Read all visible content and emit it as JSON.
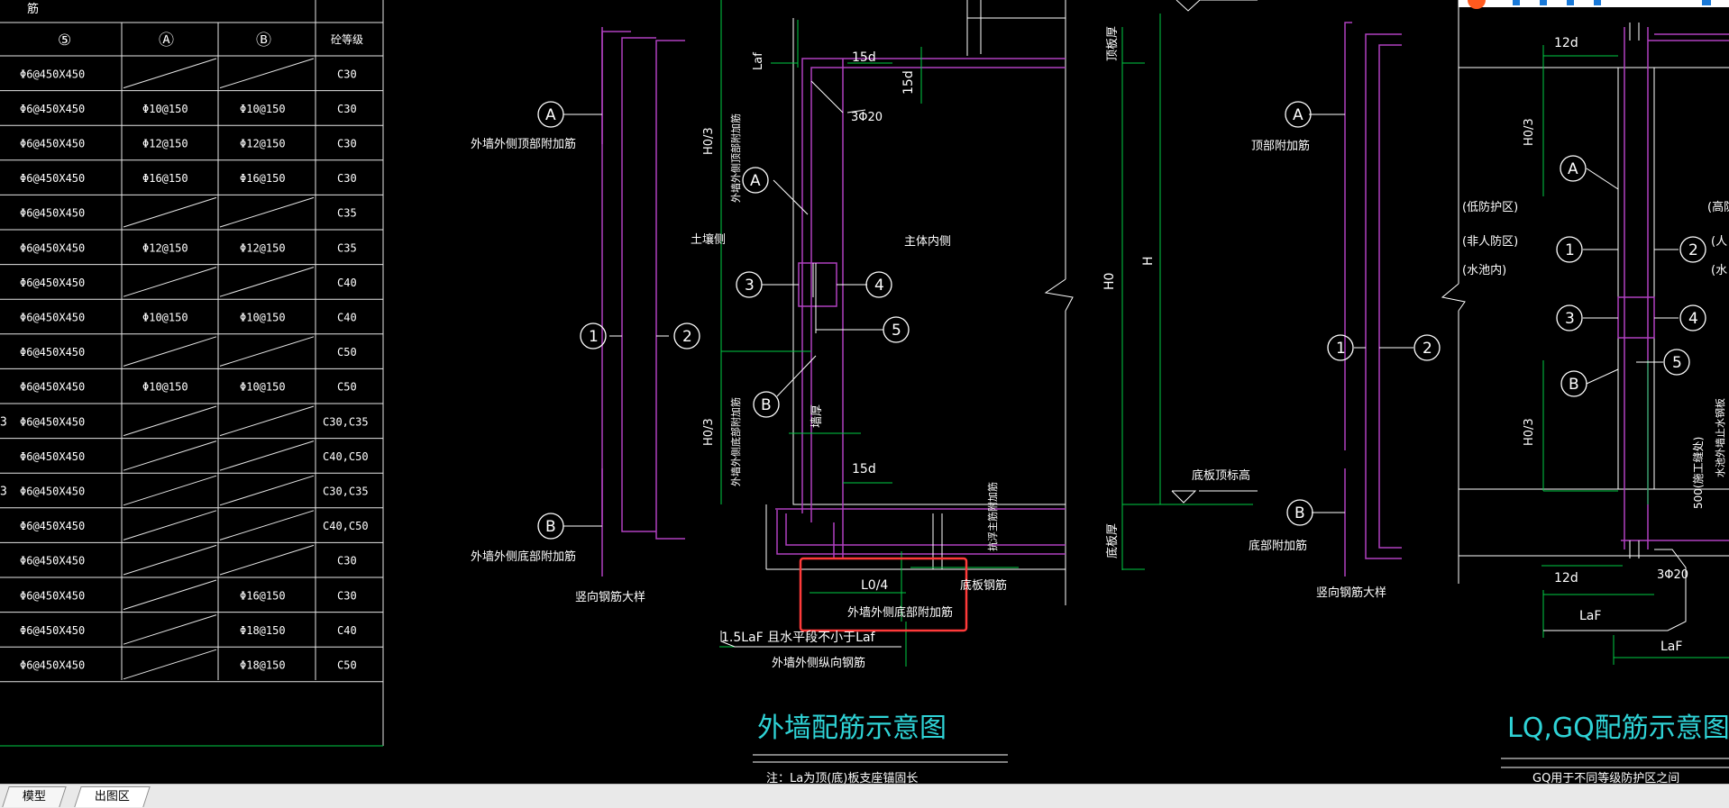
{
  "colors": {
    "accent": "#ff3a3a",
    "table_line": "#e6e6e6",
    "green_line": "#00cc44",
    "magenta": "#b040c0",
    "title": "#2fd3d6"
  },
  "table": {
    "header_partial": "筋",
    "headers": [
      "⑤",
      "Ⓐ",
      "Ⓑ",
      "砼等级"
    ],
    "rows": [
      {
        "left": "",
        "c5": "Φ6@450X450",
        "a": "",
        "b": "",
        "grade": "C30"
      },
      {
        "left": "",
        "c5": "Φ6@450X450",
        "a": "Φ10@150",
        "b": "Φ10@150",
        "grade": "C30"
      },
      {
        "left": "",
        "c5": "Φ6@450X450",
        "a": "Φ12@150",
        "b": "Φ12@150",
        "grade": "C30"
      },
      {
        "left": "",
        "c5": "Φ6@450X450",
        "a": "Φ16@150",
        "b": "Φ16@150",
        "grade": "C30"
      },
      {
        "left": "",
        "c5": "Φ6@450X450",
        "a": "",
        "b": "",
        "grade": "C35"
      },
      {
        "left": "",
        "c5": "Φ6@450X450",
        "a": "Φ12@150",
        "b": "Φ12@150",
        "grade": "C35"
      },
      {
        "left": "",
        "c5": "Φ6@450X450",
        "a": "",
        "b": "",
        "grade": "C40"
      },
      {
        "left": "",
        "c5": "Φ6@450X450",
        "a": "Φ10@150",
        "b": "Φ10@150",
        "grade": "C40"
      },
      {
        "left": "",
        "c5": "Φ6@450X450",
        "a": "",
        "b": "",
        "grade": "C50"
      },
      {
        "left": "",
        "c5": "Φ6@450X450",
        "a": "Φ10@150",
        "b": "Φ10@150",
        "grade": "C50"
      },
      {
        "left": "3",
        "c5": "Φ6@450X450",
        "a": "",
        "b": "",
        "grade": "C30,C35"
      },
      {
        "left": "",
        "c5": "Φ6@450X450",
        "a": "",
        "b": "",
        "grade": "C40,C50"
      },
      {
        "left": "3",
        "c5": "Φ6@450X450",
        "a": "",
        "b": "",
        "grade": "C30,C35"
      },
      {
        "left": "",
        "c5": "Φ6@450X450",
        "a": "",
        "b": "",
        "grade": "C40,C50"
      },
      {
        "left": "",
        "c5": "Φ6@450X450",
        "a": "",
        "b": "",
        "grade": "C30"
      },
      {
        "left": "",
        "c5": "Φ6@450X450",
        "a": "",
        "b": "Φ16@150",
        "grade": "C30"
      },
      {
        "left": "",
        "c5": "Φ6@450X450",
        "a": "",
        "b": "Φ18@150",
        "grade": "C40"
      },
      {
        "left": "",
        "c5": "Φ6@450X450",
        "a": "",
        "b": "Φ18@150",
        "grade": "C50"
      }
    ]
  },
  "detail_left": {
    "label_a": "外墙外侧顶部附加筋",
    "label_b": "外墙外侧底部附加筋",
    "caption": "竖向钢筋大样",
    "circles": [
      "A",
      "1",
      "2",
      "B"
    ]
  },
  "detail_main": {
    "laf": "Laf",
    "d15_top": "15d",
    "d15_right": "15d",
    "bars": "3Φ20",
    "h03_top": "H0/3",
    "h03_bot": "H0/3",
    "top_add": "外墙外侧顶部附加筋",
    "soil_side": "土壤侧",
    "inner_side": "主体内侧",
    "bot_add_vert": "外墙外侧底部附加筋",
    "wall_thk": "墙厚",
    "d15_bot": "15d",
    "slab_top_elev": "底板顶标高",
    "slab_bottom": "底板钢筋",
    "base_add": "抗浮主筋附加筋",
    "l04": "L0/4",
    "box_label": "外墙外侧底部附加筋",
    "laf15": "1.5LaF 且水平段不小于Laf",
    "vert_long": "外墙外侧纵向钢筋",
    "roof_thk": "顶板厚",
    "h0": "H0",
    "h": "H",
    "slab_thk": "底板厚",
    "circles": [
      "A",
      "3",
      "4",
      "5",
      "B"
    ],
    "title": "外墙配筋示意图",
    "note": "注：La为顶(底)板支座锚固长"
  },
  "detail_mid": {
    "top_add": "顶部附加筋",
    "bot_add": "底部附加筋",
    "caption": "竖向钢筋大样",
    "circles": [
      "A",
      "1",
      "2",
      "B"
    ]
  },
  "detail_right": {
    "d12_top": "12d",
    "h03_top": "H0/3",
    "h03_bot": "H0/3",
    "low_zone": "(低防护区)",
    "non_civil": "(非人防区)",
    "water_pool": "(水池内)",
    "high_partial": "(高防",
    "people_partial": "(人",
    "water_partial": "(水",
    "d500": "500(施工缝处)",
    "waterstop": "水池外墙止水钢板",
    "d12_bot": "12d",
    "bars": "3Φ20",
    "laf1": "LaF",
    "laf2": "LaF",
    "circles": [
      "A",
      "1",
      "2",
      "3",
      "4",
      "5",
      "B"
    ],
    "title": "LQ,GQ配筋示意图",
    "note": "GQ用于不同等级防护区之间"
  },
  "tabs": [
    {
      "label": "模型"
    },
    {
      "label": "出图区"
    }
  ]
}
